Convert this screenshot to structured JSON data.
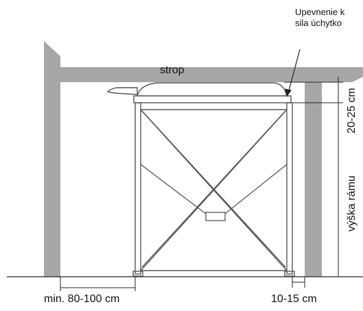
{
  "labels": {
    "mount_note_line1": "Upevnenie k",
    "mount_note_line2": "sila úchytko",
    "ceiling": "strop",
    "clearance": "20-25 cm",
    "frame_height": "výška rámu",
    "left_distance": "min. 80-100 cm",
    "right_distance": "10-15 cm"
  },
  "colors": {
    "wall": "#a7a7a7",
    "frame": "#555555",
    "line": "#222222"
  }
}
